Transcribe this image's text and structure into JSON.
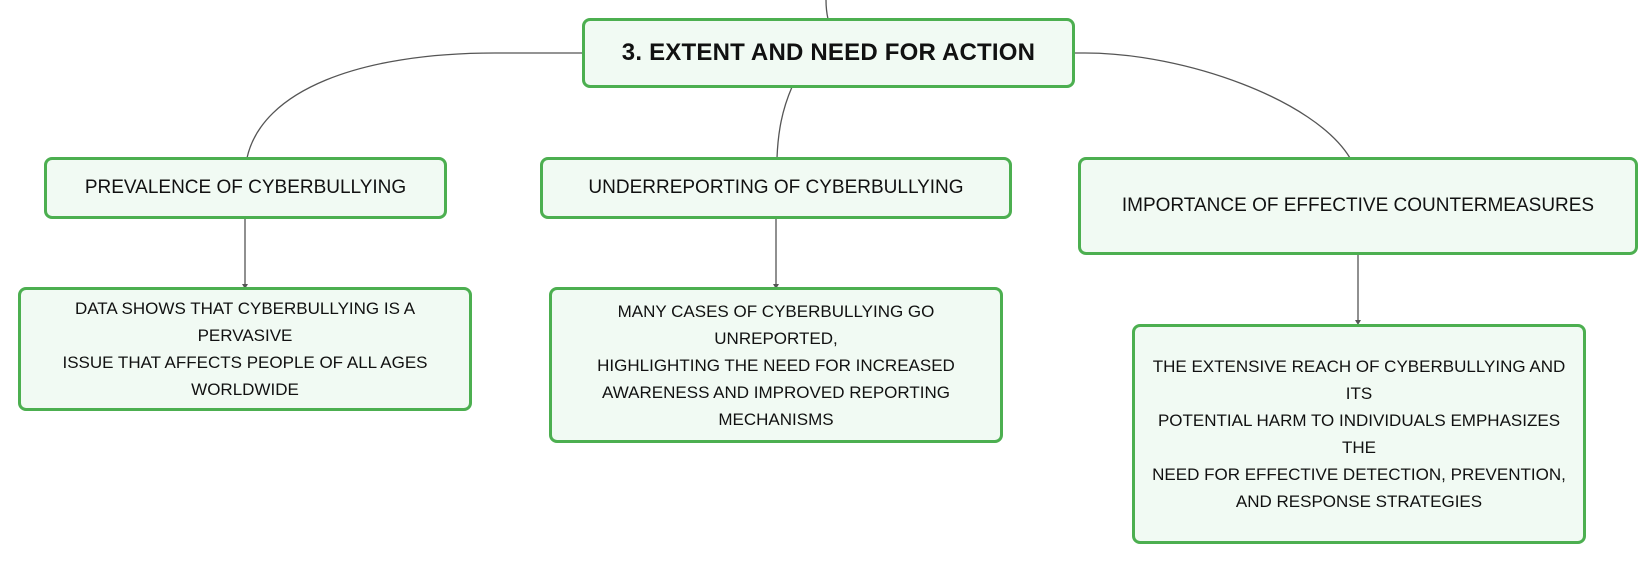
{
  "root": {
    "title": "3. EXTENT AND NEED FOR ACTION"
  },
  "branches": [
    {
      "title": "PREVALENCE OF CYBERBULLYING",
      "detail_lines": [
        "DATA SHOWS THAT CYBERBULLYING IS A PERVASIVE",
        "ISSUE THAT AFFECTS PEOPLE OF ALL AGES",
        "WORLDWIDE"
      ]
    },
    {
      "title": "UNDERREPORTING OF CYBERBULLYING",
      "detail_lines": [
        "MANY CASES OF CYBERBULLYING GO UNREPORTED,",
        "HIGHLIGHTING THE NEED FOR INCREASED",
        "AWARENESS AND IMPROVED REPORTING",
        "MECHANISMS"
      ]
    },
    {
      "title": "IMPORTANCE OF EFFECTIVE COUNTERMEASURES",
      "detail_lines": [
        "THE EXTENSIVE REACH OF CYBERBULLYING AND ITS",
        "POTENTIAL HARM TO INDIVIDUALS EMPHASIZES THE",
        "NEED FOR EFFECTIVE DETECTION, PREVENTION,",
        "AND RESPONSE STRATEGIES"
      ]
    }
  ],
  "colors": {
    "node_border": "#4caf50",
    "node_fill": "#f1faf3",
    "connector": "#555555"
  }
}
